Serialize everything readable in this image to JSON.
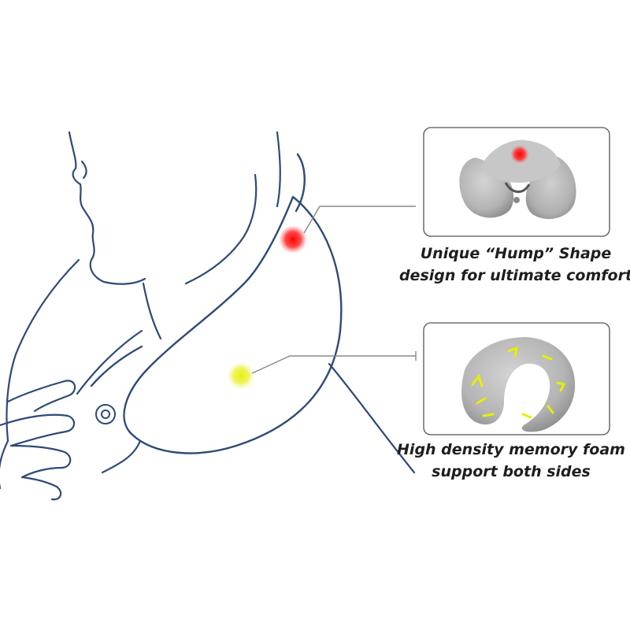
{
  "callouts": [
    {
      "line1": "Unique “Hump” Shape",
      "line2": "design for ultimate comfort",
      "marker_color": "#ff2a2a",
      "icon": "red-pressure-point-dot"
    },
    {
      "line1": "High density memory foam",
      "line2": "support both sides",
      "marker_color": "#e8f020",
      "icon": "yellow-pressure-point-dot"
    }
  ],
  "colors": {
    "outline": "#2e4a78",
    "pillow_gray": "#b9b9b9",
    "frame_border": "#555555"
  }
}
